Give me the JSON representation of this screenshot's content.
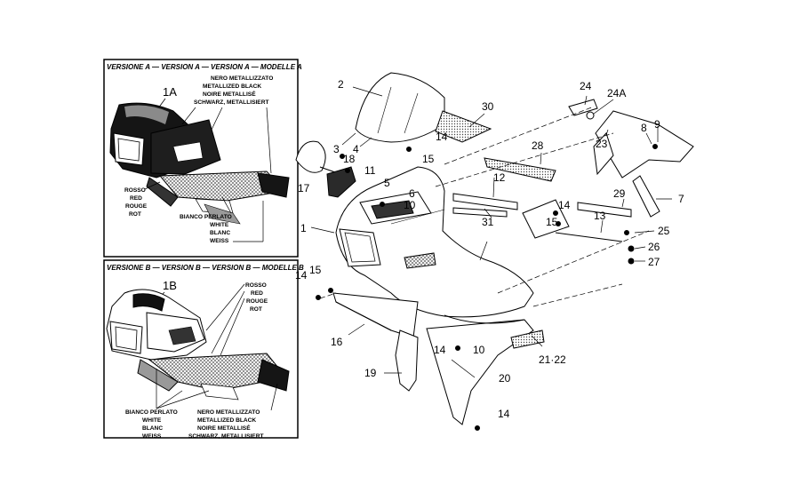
{
  "version_a": {
    "header": "VERSIONE A — VERSION A — VERSION A — MODELLE A",
    "part_label": "1A",
    "black_lines": [
      "NERO METALLIZZATO",
      "METALLIZED BLACK",
      "NOIRE METALLISÉ",
      "SCHWARZ, METALLISIERT"
    ],
    "red_lines": [
      "ROSSO",
      "RED",
      "ROUGE",
      "ROT"
    ],
    "white_lines": [
      "BIANCO PERLATO",
      "WHITE",
      "BLANC",
      "WEISS"
    ]
  },
  "version_b": {
    "header": "VERSIONE B — VERSION B — VERSION B — MODELLE B",
    "part_label": "1B",
    "red_lines": [
      "ROSSO",
      "RED",
      "ROUGE",
      "ROT"
    ],
    "white_lines": [
      "BIANCO PERLATO",
      "WHITE",
      "BLANC",
      "WEISS"
    ],
    "black_lines": [
      "NERO METALLIZZATO",
      "METALLIZED BLACK",
      "NOIRE METALLISÉ",
      "SCHWARZ, METALLISIERT"
    ]
  },
  "callouts": [
    "1",
    "2",
    "3",
    "4",
    "5",
    "6",
    "7",
    "8",
    "9",
    "10",
    "10",
    "11",
    "12",
    "13",
    "14",
    "14",
    "14",
    "14",
    "14",
    "15",
    "15",
    "15",
    "16",
    "17",
    "18",
    "19",
    "20",
    "21·22",
    "23",
    "24",
    "24A",
    "25",
    "26",
    "27",
    "28",
    "29",
    "30",
    "31"
  ]
}
